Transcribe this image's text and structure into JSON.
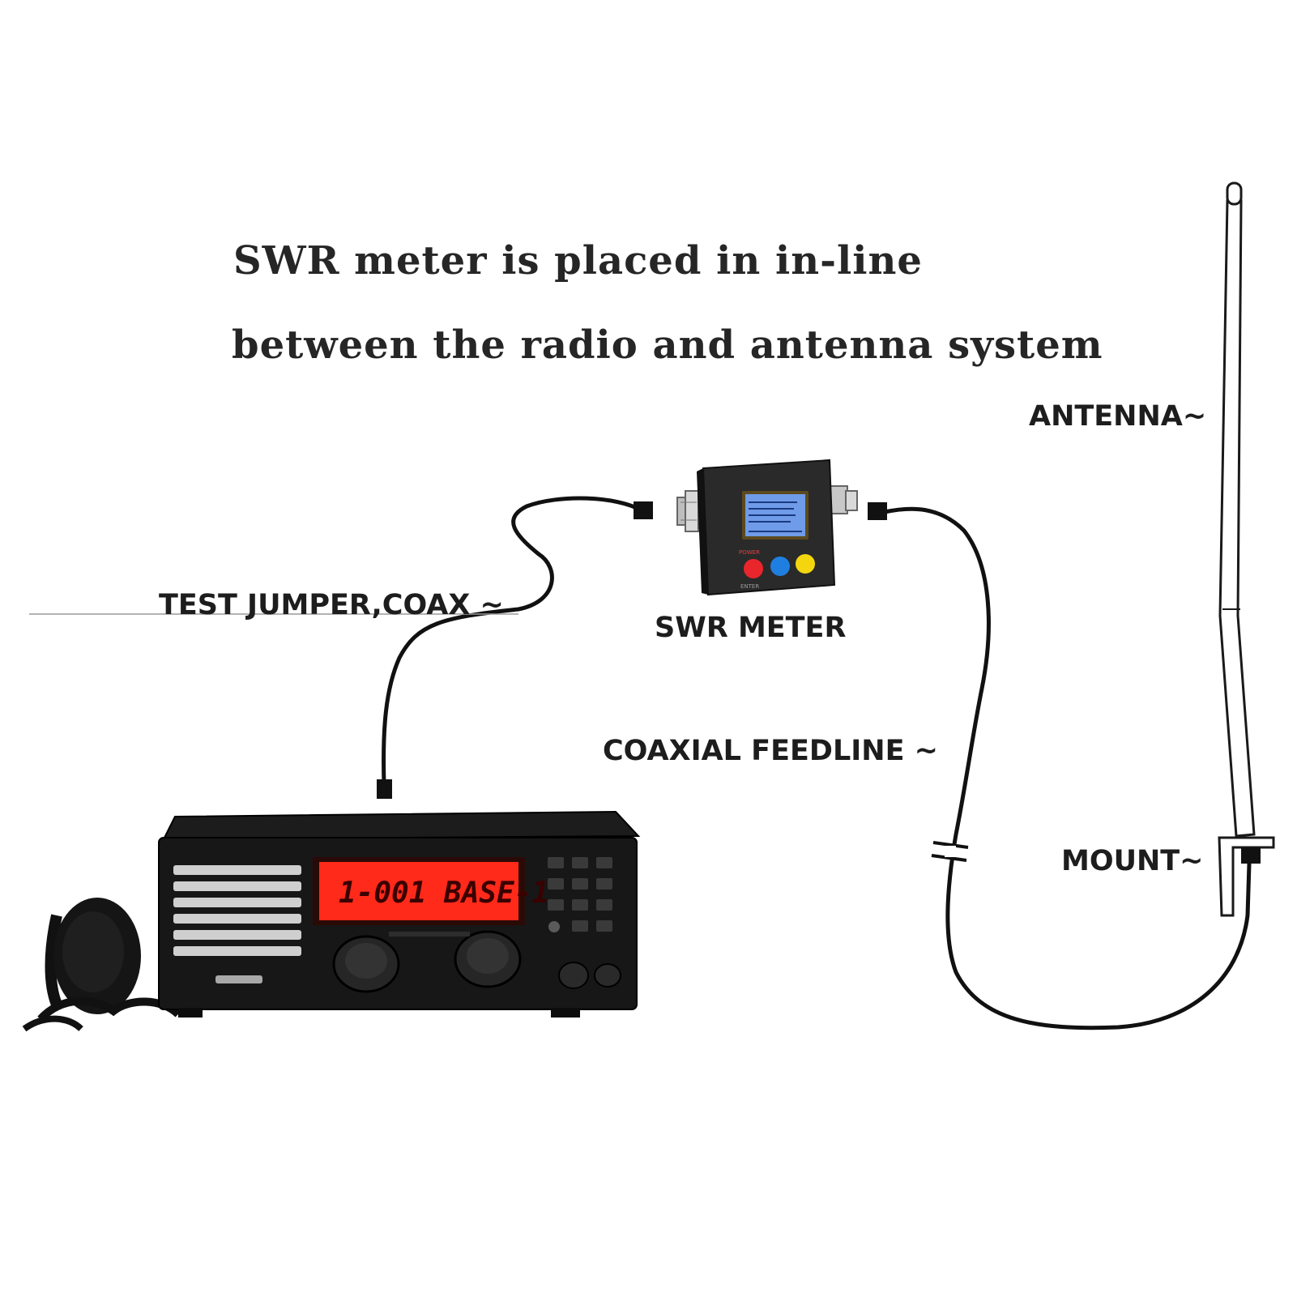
{
  "caption": {
    "line1": "SWR meter is placed in in-line",
    "line2": "between the radio and antenna system"
  },
  "labels": {
    "test_jumper": "TEST JUMPER,COAX ~",
    "swr_meter": "SWR METER",
    "coaxial_feedline": "COAXIAL FEEDLINE ~",
    "antenna": "ANTENNA~",
    "mount": "MOUNT~"
  },
  "radio": {
    "display_text": "1-001 BASE-1"
  },
  "swr_device": {
    "key_labels": [
      "POWER",
      "ENTER"
    ]
  },
  "colors": {
    "radio_display": "#ff2a1a",
    "swr_screen": "#6f9be8",
    "button_red": "#e8262b",
    "button_blue": "#1f7fe0",
    "button_yellow": "#f3d60e"
  }
}
